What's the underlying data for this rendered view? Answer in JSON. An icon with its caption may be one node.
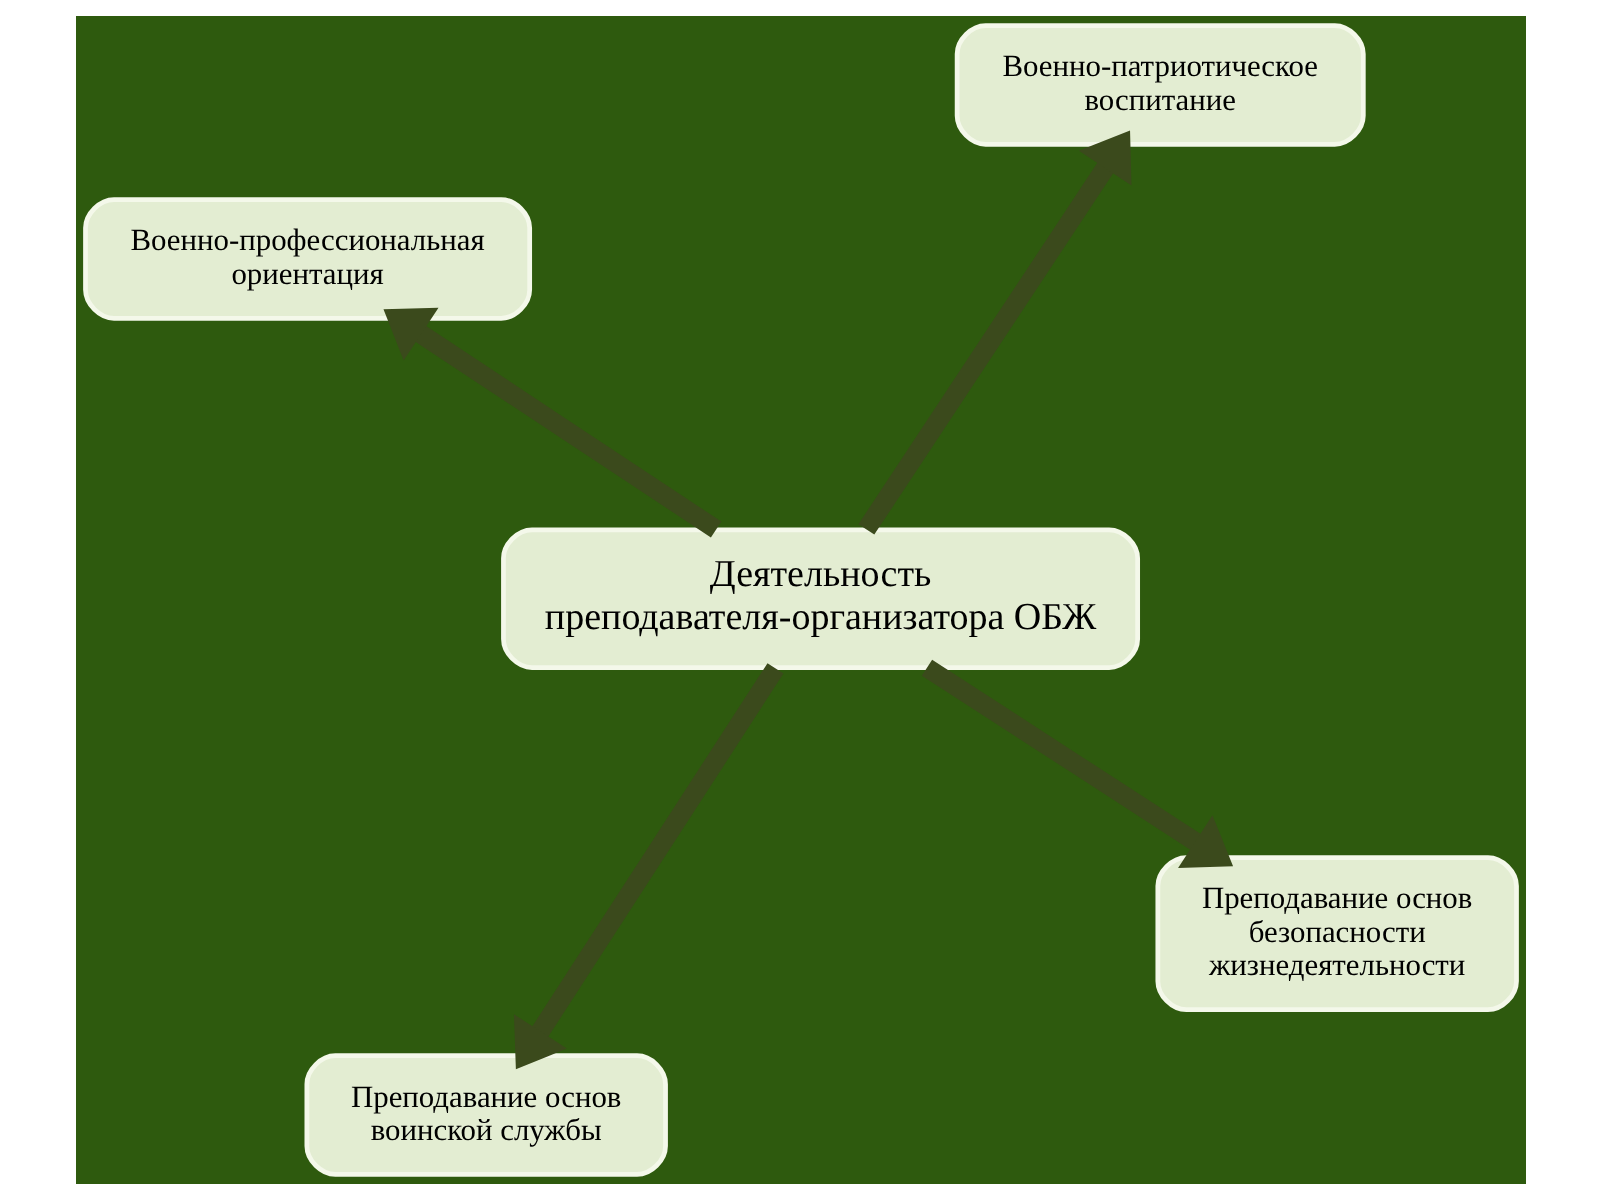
{
  "diagram": {
    "nodes": [
      {
        "text": [
          "Деятельность преподавателя-организатора ОБЖ"
        ]
      },
      {
        "text": [
          "Преподавание основ безопасности жизнедеятельности"
        ]
      },
      {
        "text": [
          "Преподавание основ воинской службы"
        ]
      },
      {
        "text": [
          "Военно-профессиональная ориентация"
        ]
      },
      {
        "text": [
          "Военно-патриотическое воспитание"
        ]
      }
    ],
    "edges": [
      {
        "from": 0,
        "to": 1,
        "arrow": "to"
      },
      {
        "from": 0,
        "to": 2,
        "arrow": "to"
      },
      {
        "from": 0,
        "to": 3,
        "arrow": "to"
      },
      {
        "from": 0,
        "to": 4,
        "arrow": "to"
      }
    ]
  }
}
